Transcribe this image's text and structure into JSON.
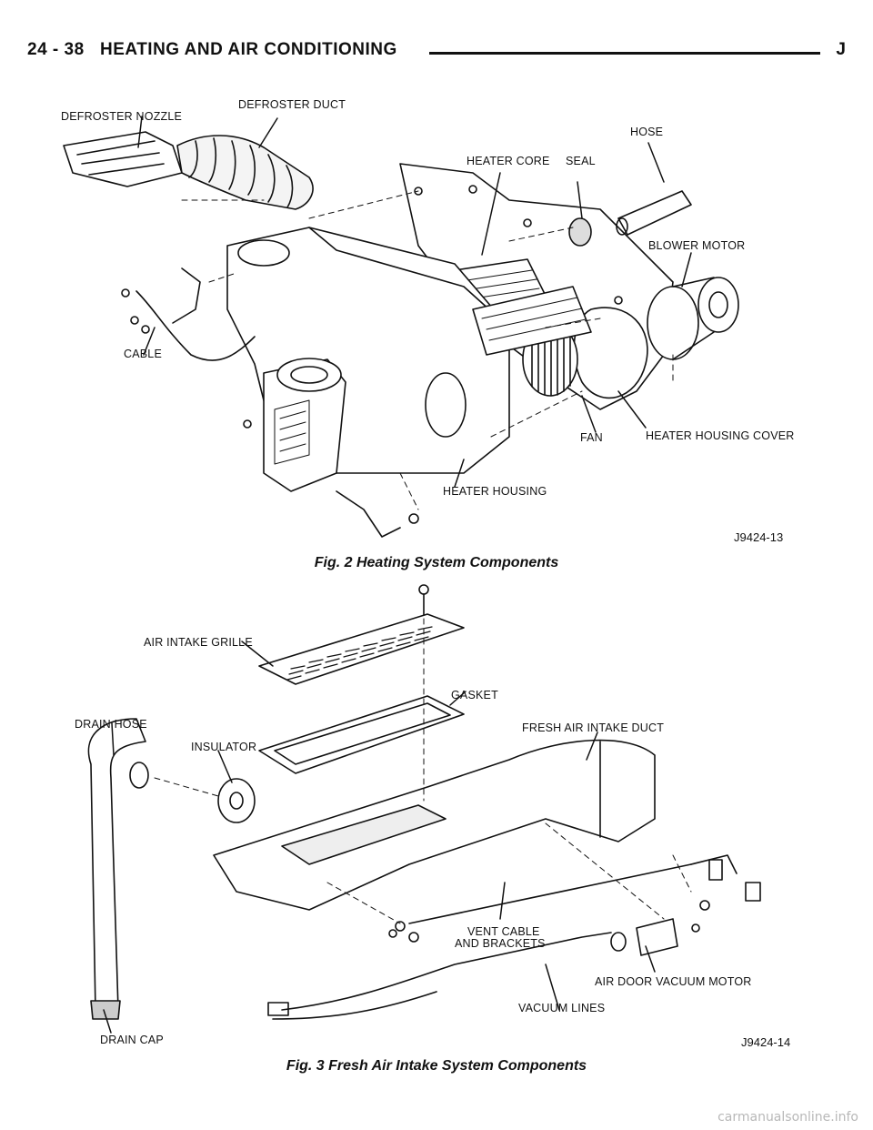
{
  "header": {
    "page_ref": "24 - 38",
    "section_title": "HEATING AND AIR CONDITIONING",
    "right_mark": "J"
  },
  "figure2": {
    "labels": {
      "defroster_nozzle": "DEFROSTER NOZZLE",
      "defroster_duct": "DEFROSTER DUCT",
      "heater_core": "HEATER CORE",
      "seal": "SEAL",
      "hose": "HOSE",
      "blower_motor": "BLOWER MOTOR",
      "cable": "CABLE",
      "fan": "FAN",
      "heater_housing_cover": "HEATER HOUSING COVER",
      "heater_housing": "HEATER HOUSING"
    },
    "figure_id": "J9424-13",
    "caption": "Fig. 2 Heating System Components"
  },
  "figure3": {
    "labels": {
      "air_intake_grille": "AIR INTAKE GRILLE",
      "gasket": "GASKET",
      "drain_hose": "DRAIN HOSE",
      "insulator": "INSULATOR",
      "fresh_air_intake_duct": "FRESH AIR INTAKE DUCT",
      "vent_cable_line1": "VENT CABLE",
      "vent_cable_line2": "AND BRACKETS",
      "air_door_vacuum_motor": "AIR DOOR VACUUM MOTOR",
      "vacuum_lines": "VACUUM LINES",
      "drain_cap": "DRAIN CAP"
    },
    "figure_id": "J9424-14",
    "caption": "Fig. 3 Fresh Air Intake System Components"
  },
  "watermark": "carmanualsonline.info"
}
